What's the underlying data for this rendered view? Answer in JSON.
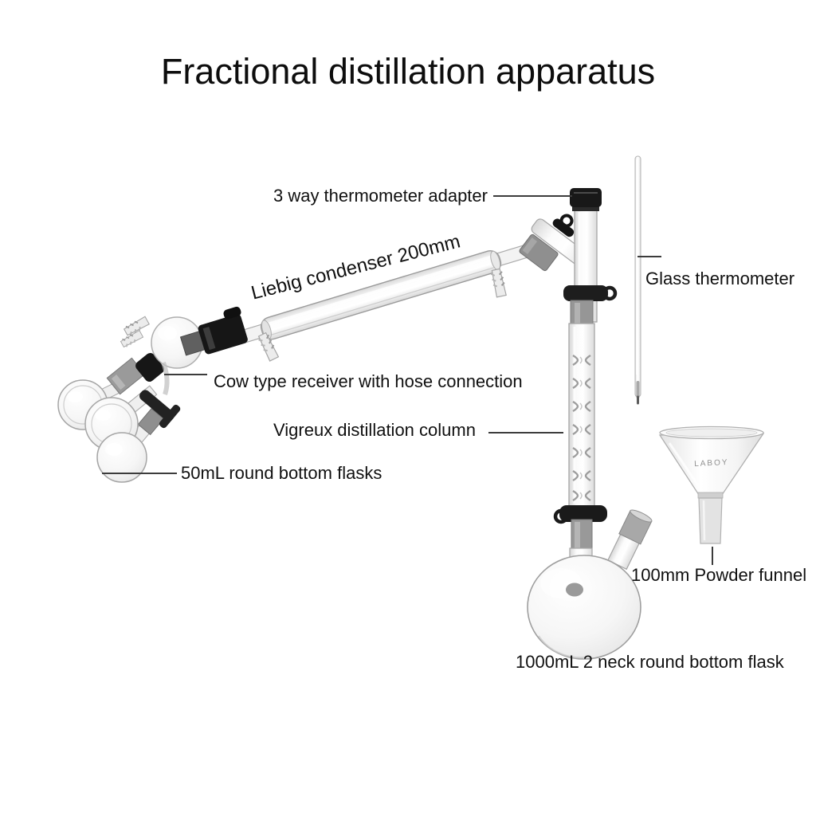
{
  "title": "Fractional distillation apparatus",
  "labels": {
    "adapter": "3 way thermometer adapter",
    "condenser": "Liebig condenser 200mm",
    "thermometer": "Glass thermometer",
    "receiver": "Cow type receiver with hose connection",
    "column": "Vigreux distillation column",
    "small_flasks": "50mL round bottom flasks",
    "funnel": "100mm Powder funnel",
    "flask": "1000mL 2 neck round bottom flask"
  },
  "funnel": {
    "brand": "LABOY"
  },
  "colors": {
    "background": "#ffffff",
    "text": "#101010",
    "leader_line": "#3c3c3c",
    "glass_stroke": "#a8a8a8",
    "glass_fill": "#f1f1f1",
    "joint_gray": "#969696",
    "dark_fittings": "#1a1a1a"
  }
}
